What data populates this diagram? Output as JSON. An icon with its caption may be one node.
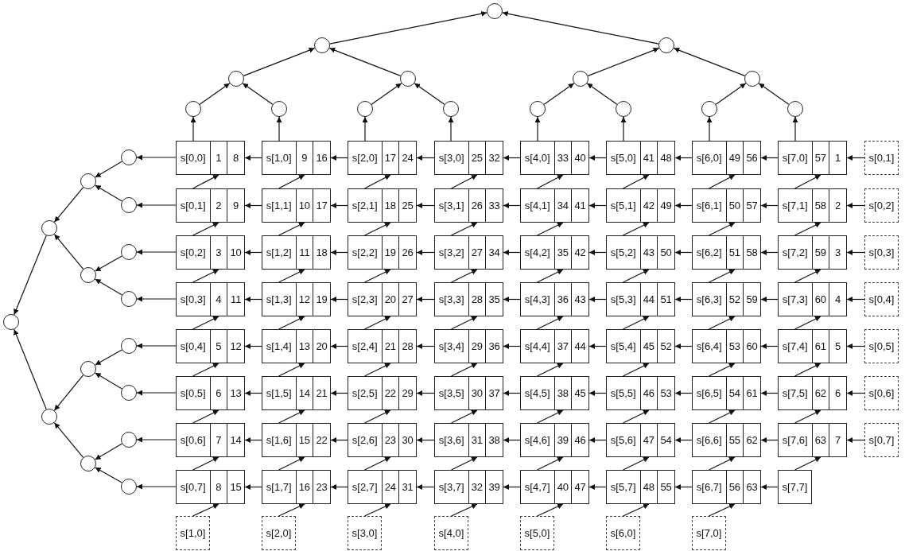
{
  "diagram": {
    "nodes": [
      {
        "text": [],
        "shape": "circle"
      },
      {
        "text": [],
        "shape": "circle"
      },
      {
        "text": [],
        "shape": "circle"
      },
      {
        "text": [],
        "shape": "circle"
      },
      {
        "text": [],
        "shape": "circle"
      },
      {
        "text": [],
        "shape": "circle"
      },
      {
        "text": [],
        "shape": "circle"
      },
      {
        "text": [],
        "shape": "circle"
      },
      {
        "text": [],
        "shape": "circle"
      },
      {
        "text": [],
        "shape": "circle"
      },
      {
        "text": [],
        "shape": "circle"
      },
      {
        "text": [],
        "shape": "circle"
      },
      {
        "text": [],
        "shape": "circle"
      },
      {
        "text": [],
        "shape": "circle"
      },
      {
        "text": [],
        "shape": "circle"
      },
      {
        "text": [],
        "shape": "circle"
      },
      {
        "text": [],
        "shape": "circle"
      },
      {
        "text": [],
        "shape": "circle"
      },
      {
        "text": [],
        "shape": "circle"
      },
      {
        "text": [],
        "shape": "circle"
      },
      {
        "text": [],
        "shape": "circle"
      },
      {
        "text": [],
        "shape": "circle"
      },
      {
        "text": [],
        "shape": "circle"
      },
      {
        "text": [],
        "shape": "circle"
      },
      {
        "text": [],
        "shape": "circle"
      },
      {
        "text": [],
        "shape": "circle"
      },
      {
        "text": [],
        "shape": "circle"
      },
      {
        "text": [],
        "shape": "circle"
      },
      {
        "text": [],
        "shape": "circle"
      },
      {
        "text": [],
        "shape": "circle"
      },
      {
        "text": [
          "s[0,0]",
          "1",
          "8"
        ]
      },
      {
        "text": [
          "s[1,0]",
          "9",
          "16"
        ]
      },
      {
        "text": [
          "s[2,0]",
          "17",
          "24"
        ]
      },
      {
        "text": [
          "s[3,0]",
          "25",
          "32"
        ]
      },
      {
        "text": [
          "s[4,0]",
          "33",
          "40"
        ]
      },
      {
        "text": [
          "s[5,0]",
          "41",
          "48"
        ]
      },
      {
        "text": [
          "s[6,0]",
          "49",
          "56"
        ]
      },
      {
        "text": [
          "s[7,0]",
          "57",
          "1"
        ]
      },
      {
        "text": [
          "s[0,1]"
        ]
      },
      {
        "text": [
          "s[0,1]",
          "2",
          "9"
        ]
      },
      {
        "text": [
          "s[1,1]",
          "10",
          "17"
        ]
      },
      {
        "text": [
          "s[2,1]",
          "18",
          "25"
        ]
      },
      {
        "text": [
          "s[3,1]",
          "26",
          "33"
        ]
      },
      {
        "text": [
          "s[4,1]",
          "34",
          "41"
        ]
      },
      {
        "text": [
          "s[5,1]",
          "42",
          "49"
        ]
      },
      {
        "text": [
          "s[6,1]",
          "50",
          "57"
        ]
      },
      {
        "text": [
          "s[7,1]",
          "58",
          "2"
        ]
      },
      {
        "text": [
          "s[0,2]"
        ]
      },
      {
        "text": [
          "s[0,2]",
          "3",
          "10"
        ]
      },
      {
        "text": [
          "s[1,2]",
          "11",
          "18"
        ]
      },
      {
        "text": [
          "s[2,2]",
          "19",
          "26"
        ]
      },
      {
        "text": [
          "s[3,2]",
          "27",
          "34"
        ]
      },
      {
        "text": [
          "s[4,2]",
          "35",
          "42"
        ]
      },
      {
        "text": [
          "s[5,2]",
          "43",
          "50"
        ]
      },
      {
        "text": [
          "s[6,2]",
          "51",
          "58"
        ]
      },
      {
        "text": [
          "s[7,2]",
          "59",
          "3"
        ]
      },
      {
        "text": [
          "s[0,3]"
        ]
      },
      {
        "text": [
          "s[0,3]",
          "4",
          "11"
        ]
      },
      {
        "text": [
          "s[1,3]",
          "12",
          "19"
        ]
      },
      {
        "text": [
          "s[2,3]",
          "20",
          "27"
        ]
      },
      {
        "text": [
          "s[3,3]",
          "28",
          "35"
        ]
      },
      {
        "text": [
          "s[4,3]",
          "36",
          "43"
        ]
      },
      {
        "text": [
          "s[5,3]",
          "44",
          "51"
        ]
      },
      {
        "text": [
          "s[6,3]",
          "52",
          "59"
        ]
      },
      {
        "text": [
          "s[7,3]",
          "60",
          "4"
        ]
      },
      {
        "text": [
          "s[0,4]"
        ]
      },
      {
        "text": [
          "s[0,4]",
          "5",
          "12"
        ]
      },
      {
        "text": [
          "s[1,4]",
          "13",
          "20"
        ]
      },
      {
        "text": [
          "s[2,4]",
          "21",
          "28"
        ]
      },
      {
        "text": [
          "s[3,4]",
          "29",
          "36"
        ]
      },
      {
        "text": [
          "s[4,4]",
          "37",
          "44"
        ]
      },
      {
        "text": [
          "s[5,4]",
          "45",
          "52"
        ]
      },
      {
        "text": [
          "s[6,4]",
          "53",
          "60"
        ]
      },
      {
        "text": [
          "s[7,4]",
          "61",
          "5"
        ]
      },
      {
        "text": [
          "s[0,5]"
        ]
      },
      {
        "text": [
          "s[0,5]",
          "6",
          "13"
        ]
      },
      {
        "text": [
          "s[1,5]",
          "14",
          "21"
        ]
      },
      {
        "text": [
          "s[2,5]",
          "22",
          "29"
        ]
      },
      {
        "text": [
          "s[3,5]",
          "30",
          "37"
        ]
      },
      {
        "text": [
          "s[4,5]",
          "38",
          "45"
        ]
      },
      {
        "text": [
          "s[5,5]",
          "46",
          "53"
        ]
      },
      {
        "text": [
          "s[6,5]",
          "54",
          "61"
        ]
      },
      {
        "text": [
          "s[7,5]",
          "62",
          "6"
        ]
      },
      {
        "text": [
          "s[0,6]"
        ]
      },
      {
        "text": [
          "s[0,6]",
          "7",
          "14"
        ]
      },
      {
        "text": [
          "s[1,6]",
          "15",
          "22"
        ]
      },
      {
        "text": [
          "s[2,6]",
          "23",
          "30"
        ]
      },
      {
        "text": [
          "s[3,6]",
          "31",
          "38"
        ]
      },
      {
        "text": [
          "s[4,6]",
          "39",
          "46"
        ]
      },
      {
        "text": [
          "s[5,6]",
          "47",
          "54"
        ]
      },
      {
        "text": [
          "s[6,6]",
          "55",
          "62"
        ]
      },
      {
        "text": [
          "s[7,6]",
          "63",
          "7"
        ]
      },
      {
        "text": [
          "s[0,7]"
        ]
      },
      {
        "text": [
          "s[0,7]",
          "8",
          "15"
        ]
      },
      {
        "text": [
          "s[1,7]",
          "16",
          "23"
        ]
      },
      {
        "text": [
          "s[2,7]",
          "24",
          "31"
        ]
      },
      {
        "text": [
          "s[3,7]",
          "32",
          "39"
        ]
      },
      {
        "text": [
          "s[4,7]",
          "40",
          "47"
        ]
      },
      {
        "text": [
          "s[5,7]",
          "48",
          "55"
        ]
      },
      {
        "text": [
          "s[6,7]",
          "56",
          "63"
        ]
      },
      {
        "text": [
          "s[7,7]"
        ]
      },
      {
        "text": [
          "s[1,0]"
        ]
      },
      {
        "text": [
          "s[2,0]"
        ]
      },
      {
        "text": [
          "s[3,0]"
        ]
      },
      {
        "text": [
          "s[4,0]"
        ]
      },
      {
        "text": [
          "s[5,0]"
        ]
      },
      {
        "text": [
          "s[6,0]"
        ]
      },
      {
        "text": [
          "s[7,0]"
        ]
      }
    ],
    "edges": [
      {
        "from": 1,
        "to": 0,
        "arrow": "to"
      },
      {
        "from": 2,
        "to": 0,
        "arrow": "to"
      },
      {
        "from": 3,
        "to": 1,
        "arrow": "to"
      },
      {
        "from": 4,
        "to": 1,
        "arrow": "to"
      },
      {
        "from": 5,
        "to": 2,
        "arrow": "to"
      },
      {
        "from": 6,
        "to": 2,
        "arrow": "to"
      },
      {
        "from": 7,
        "to": 3,
        "arrow": "to"
      },
      {
        "from": 8,
        "to": 3,
        "arrow": "to"
      },
      {
        "from": 9,
        "to": 4,
        "arrow": "to"
      },
      {
        "from": 10,
        "to": 4,
        "arrow": "to"
      },
      {
        "from": 11,
        "to": 5,
        "arrow": "to"
      },
      {
        "from": 12,
        "to": 5,
        "arrow": "to"
      },
      {
        "from": 13,
        "to": 6,
        "arrow": "to"
      },
      {
        "from": 14,
        "to": 6,
        "arrow": "to"
      },
      {
        "from": 30,
        "to": 7,
        "arrow": "to"
      },
      {
        "from": 31,
        "to": 8,
        "arrow": "to"
      },
      {
        "from": 32,
        "to": 9,
        "arrow": "to"
      },
      {
        "from": 33,
        "to": 10,
        "arrow": "to"
      },
      {
        "from": 34,
        "to": 11,
        "arrow": "to"
      },
      {
        "from": 35,
        "to": 12,
        "arrow": "to"
      },
      {
        "from": 36,
        "to": 13,
        "arrow": "to"
      },
      {
        "from": 37,
        "to": 14,
        "arrow": "to"
      },
      {
        "from": 16,
        "to": 15,
        "arrow": "to"
      },
      {
        "from": 17,
        "to": 15,
        "arrow": "to"
      },
      {
        "from": 18,
        "to": 16,
        "arrow": "to"
      },
      {
        "from": 19,
        "to": 16,
        "arrow": "to"
      },
      {
        "from": 20,
        "to": 17,
        "arrow": "to"
      },
      {
        "from": 21,
        "to": 17,
        "arrow": "to"
      },
      {
        "from": 22,
        "to": 18,
        "arrow": "to"
      },
      {
        "from": 23,
        "to": 18,
        "arrow": "to"
      },
      {
        "from": 24,
        "to": 19,
        "arrow": "to"
      },
      {
        "from": 25,
        "to": 19,
        "arrow": "to"
      },
      {
        "from": 26,
        "to": 20,
        "arrow": "to"
      },
      {
        "from": 27,
        "to": 20,
        "arrow": "to"
      },
      {
        "from": 28,
        "to": 21,
        "arrow": "to"
      },
      {
        "from": 29,
        "to": 21,
        "arrow": "to"
      },
      {
        "from": 30,
        "to": 22,
        "arrow": "to"
      },
      {
        "from": 39,
        "to": 23,
        "arrow": "to"
      },
      {
        "from": 48,
        "to": 24,
        "arrow": "to"
      },
      {
        "from": 57,
        "to": 25,
        "arrow": "to"
      },
      {
        "from": 66,
        "to": 26,
        "arrow": "to"
      },
      {
        "from": 75,
        "to": 27,
        "arrow": "to"
      },
      {
        "from": 84,
        "to": 28,
        "arrow": "to"
      },
      {
        "from": 93,
        "to": 29,
        "arrow": "to"
      },
      {
        "from": 38,
        "to": 37,
        "arrow": "to"
      },
      {
        "from": 37,
        "to": 36,
        "arrow": "to"
      },
      {
        "from": 36,
        "to": 35,
        "arrow": "to"
      },
      {
        "from": 35,
        "to": 34,
        "arrow": "to"
      },
      {
        "from": 34,
        "to": 33,
        "arrow": "to"
      },
      {
        "from": 33,
        "to": 32,
        "arrow": "to"
      },
      {
        "from": 32,
        "to": 31,
        "arrow": "to"
      },
      {
        "from": 31,
        "to": 30,
        "arrow": "to"
      },
      {
        "from": 47,
        "to": 46,
        "arrow": "to"
      },
      {
        "from": 46,
        "to": 45,
        "arrow": "to"
      },
      {
        "from": 45,
        "to": 44,
        "arrow": "to"
      },
      {
        "from": 44,
        "to": 43,
        "arrow": "to"
      },
      {
        "from": 43,
        "to": 42,
        "arrow": "to"
      },
      {
        "from": 42,
        "to": 41,
        "arrow": "to"
      },
      {
        "from": 41,
        "to": 40,
        "arrow": "to"
      },
      {
        "from": 40,
        "to": 39,
        "arrow": "to"
      },
      {
        "from": 56,
        "to": 55,
        "arrow": "to"
      },
      {
        "from": 55,
        "to": 54,
        "arrow": "to"
      },
      {
        "from": 54,
        "to": 53,
        "arrow": "to"
      },
      {
        "from": 53,
        "to": 52,
        "arrow": "to"
      },
      {
        "from": 52,
        "to": 51,
        "arrow": "to"
      },
      {
        "from": 51,
        "to": 50,
        "arrow": "to"
      },
      {
        "from": 50,
        "to": 49,
        "arrow": "to"
      },
      {
        "from": 49,
        "to": 48,
        "arrow": "to"
      },
      {
        "from": 65,
        "to": 64,
        "arrow": "to"
      },
      {
        "from": 64,
        "to": 63,
        "arrow": "to"
      },
      {
        "from": 63,
        "to": 62,
        "arrow": "to"
      },
      {
        "from": 62,
        "to": 61,
        "arrow": "to"
      },
      {
        "from": 61,
        "to": 60,
        "arrow": "to"
      },
      {
        "from": 60,
        "to": 59,
        "arrow": "to"
      },
      {
        "from": 59,
        "to": 58,
        "arrow": "to"
      },
      {
        "from": 58,
        "to": 57,
        "arrow": "to"
      },
      {
        "from": 74,
        "to": 73,
        "arrow": "to"
      },
      {
        "from": 73,
        "to": 72,
        "arrow": "to"
      },
      {
        "from": 72,
        "to": 71,
        "arrow": "to"
      },
      {
        "from": 71,
        "to": 70,
        "arrow": "to"
      },
      {
        "from": 70,
        "to": 69,
        "arrow": "to"
      },
      {
        "from": 69,
        "to": 68,
        "arrow": "to"
      },
      {
        "from": 68,
        "to": 67,
        "arrow": "to"
      },
      {
        "from": 67,
        "to": 66,
        "arrow": "to"
      },
      {
        "from": 83,
        "to": 82,
        "arrow": "to"
      },
      {
        "from": 82,
        "to": 81,
        "arrow": "to"
      },
      {
        "from": 81,
        "to": 80,
        "arrow": "to"
      },
      {
        "from": 80,
        "to": 79,
        "arrow": "to"
      },
      {
        "from": 79,
        "to": 78,
        "arrow": "to"
      },
      {
        "from": 78,
        "to": 77,
        "arrow": "to"
      },
      {
        "from": 77,
        "to": 76,
        "arrow": "to"
      },
      {
        "from": 76,
        "to": 75,
        "arrow": "to"
      },
      {
        "from": 92,
        "to": 91,
        "arrow": "to"
      },
      {
        "from": 91,
        "to": 90,
        "arrow": "to"
      },
      {
        "from": 90,
        "to": 89,
        "arrow": "to"
      },
      {
        "from": 89,
        "to": 88,
        "arrow": "to"
      },
      {
        "from": 88,
        "to": 87,
        "arrow": "to"
      },
      {
        "from": 87,
        "to": 86,
        "arrow": "to"
      },
      {
        "from": 86,
        "to": 85,
        "arrow": "to"
      },
      {
        "from": 85,
        "to": 84,
        "arrow": "to"
      },
      {
        "from": 100,
        "to": 99,
        "arrow": "to"
      },
      {
        "from": 99,
        "to": 98,
        "arrow": "to"
      },
      {
        "from": 98,
        "to": 97,
        "arrow": "to"
      },
      {
        "from": 97,
        "to": 96,
        "arrow": "to"
      },
      {
        "from": 96,
        "to": 95,
        "arrow": "to"
      },
      {
        "from": 95,
        "to": 94,
        "arrow": "to"
      },
      {
        "from": 94,
        "to": 93,
        "arrow": "to"
      },
      {
        "from": 39,
        "to": 30,
        "arrow": "to"
      },
      {
        "from": 40,
        "to": 31,
        "arrow": "to"
      },
      {
        "from": 41,
        "to": 32,
        "arrow": "to"
      },
      {
        "from": 42,
        "to": 33,
        "arrow": "to"
      },
      {
        "from": 43,
        "to": 34,
        "arrow": "to"
      },
      {
        "from": 44,
        "to": 35,
        "arrow": "to"
      },
      {
        "from": 45,
        "to": 36,
        "arrow": "to"
      },
      {
        "from": 46,
        "to": 37,
        "arrow": "to"
      },
      {
        "from": 48,
        "to": 39,
        "arrow": "to"
      },
      {
        "from": 49,
        "to": 40,
        "arrow": "to"
      },
      {
        "from": 50,
        "to": 41,
        "arrow": "to"
      },
      {
        "from": 51,
        "to": 42,
        "arrow": "to"
      },
      {
        "from": 52,
        "to": 43,
        "arrow": "to"
      },
      {
        "from": 53,
        "to": 44,
        "arrow": "to"
      },
      {
        "from": 54,
        "to": 45,
        "arrow": "to"
      },
      {
        "from": 55,
        "to": 46,
        "arrow": "to"
      },
      {
        "from": 57,
        "to": 48,
        "arrow": "to"
      },
      {
        "from": 58,
        "to": 49,
        "arrow": "to"
      },
      {
        "from": 59,
        "to": 50,
        "arrow": "to"
      },
      {
        "from": 60,
        "to": 51,
        "arrow": "to"
      },
      {
        "from": 61,
        "to": 52,
        "arrow": "to"
      },
      {
        "from": 62,
        "to": 53,
        "arrow": "to"
      },
      {
        "from": 63,
        "to": 54,
        "arrow": "to"
      },
      {
        "from": 64,
        "to": 55,
        "arrow": "to"
      },
      {
        "from": 66,
        "to": 57,
        "arrow": "to"
      },
      {
        "from": 67,
        "to": 58,
        "arrow": "to"
      },
      {
        "from": 68,
        "to": 59,
        "arrow": "to"
      },
      {
        "from": 69,
        "to": 60,
        "arrow": "to"
      },
      {
        "from": 70,
        "to": 61,
        "arrow": "to"
      },
      {
        "from": 71,
        "to": 62,
        "arrow": "to"
      },
      {
        "from": 72,
        "to": 63,
        "arrow": "to"
      },
      {
        "from": 73,
        "to": 64,
        "arrow": "to"
      },
      {
        "from": 75,
        "to": 66,
        "arrow": "to"
      },
      {
        "from": 76,
        "to": 67,
        "arrow": "to"
      },
      {
        "from": 77,
        "to": 68,
        "arrow": "to"
      },
      {
        "from": 78,
        "to": 69,
        "arrow": "to"
      },
      {
        "from": 79,
        "to": 70,
        "arrow": "to"
      },
      {
        "from": 80,
        "to": 71,
        "arrow": "to"
      },
      {
        "from": 81,
        "to": 72,
        "arrow": "to"
      },
      {
        "from": 82,
        "to": 73,
        "arrow": "to"
      },
      {
        "from": 84,
        "to": 75,
        "arrow": "to"
      },
      {
        "from": 85,
        "to": 76,
        "arrow": "to"
      },
      {
        "from": 86,
        "to": 77,
        "arrow": "to"
      },
      {
        "from": 87,
        "to": 78,
        "arrow": "to"
      },
      {
        "from": 88,
        "to": 79,
        "arrow": "to"
      },
      {
        "from": 89,
        "to": 80,
        "arrow": "to"
      },
      {
        "from": 90,
        "to": 81,
        "arrow": "to"
      },
      {
        "from": 91,
        "to": 82,
        "arrow": "to"
      },
      {
        "from": 93,
        "to": 84,
        "arrow": "to"
      },
      {
        "from": 94,
        "to": 85,
        "arrow": "to"
      },
      {
        "from": 95,
        "to": 86,
        "arrow": "to"
      },
      {
        "from": 96,
        "to": 87,
        "arrow": "to"
      },
      {
        "from": 97,
        "to": 88,
        "arrow": "to"
      },
      {
        "from": 98,
        "to": 89,
        "arrow": "to"
      },
      {
        "from": 99,
        "to": 90,
        "arrow": "to"
      },
      {
        "from": 100,
        "to": 91,
        "arrow": "to"
      },
      {
        "from": 101,
        "to": 93,
        "arrow": "to"
      },
      {
        "from": 102,
        "to": 94,
        "arrow": "to"
      },
      {
        "from": 103,
        "to": 95,
        "arrow": "to"
      },
      {
        "from": 104,
        "to": 96,
        "arrow": "to"
      },
      {
        "from": 105,
        "to": 97,
        "arrow": "to"
      },
      {
        "from": 106,
        "to": 98,
        "arrow": "to"
      },
      {
        "from": 107,
        "to": 99,
        "arrow": "to"
      }
    ]
  }
}
